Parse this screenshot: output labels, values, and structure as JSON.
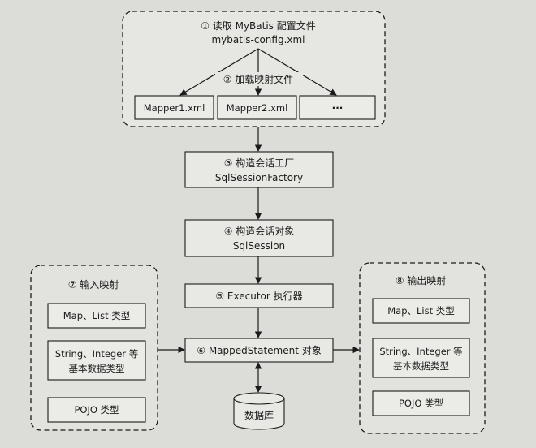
{
  "top_group": {
    "step1_label": "① 读取 MyBatis 配置文件",
    "config_file": "mybatis-config.xml",
    "step2_label": "② 加载映射文件",
    "mappers": [
      "Mapper1.xml",
      "Mapper2.xml",
      "···"
    ]
  },
  "steps": {
    "step3_title": "③ 构造会话工厂",
    "step3_sub": "SqlSessionFactory",
    "step4_title": "④ 构造会话对象",
    "step4_sub": "SqlSession",
    "step5": "⑤ Executor 执行器",
    "step6": "⑥ MappedStatement 对象",
    "database": "数据库"
  },
  "input_group": {
    "title": "⑦  输入映射",
    "items": [
      "Map、List 类型",
      "String、Integer 等",
      "基本数据类型",
      "POJO 类型"
    ]
  },
  "output_group": {
    "title": "⑧  输出映射",
    "items": [
      "Map、List 类型",
      "String、Integer 等",
      "基本数据类型",
      "POJO 类型"
    ]
  }
}
